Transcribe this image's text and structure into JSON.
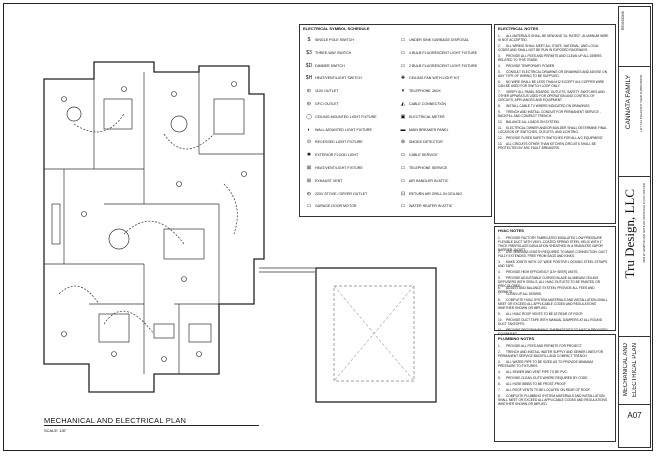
{
  "drawing": {
    "title": "MECHANICAL AND ELECTRICAL PLAN",
    "scale_label": "SCALE: 1/8\""
  },
  "legend": {
    "title": "ELECTRICAL SYMBOL SCHEDULE",
    "left_items": [
      {
        "symbol": "$",
        "label": "SINGLE POLE SWITCH"
      },
      {
        "symbol": "$3",
        "label": "THREE-WAY SWITCH"
      },
      {
        "symbol": "$D",
        "label": "DIMMER SWITCH"
      },
      {
        "symbol": "$H",
        "label": "HEAT/VENT/LIGHT SWITCH"
      },
      {
        "symbol": "⦶",
        "label": "110V OUTLET"
      },
      {
        "symbol": "⦶",
        "label": "GFCI OUTLET"
      },
      {
        "symbol": "◯",
        "label": "CEILING-MOUNTED LIGHT FIXTURE"
      },
      {
        "symbol": "◐",
        "label": "WALL-MOUNTED LIGHT FIXTURE"
      },
      {
        "symbol": "⊙",
        "label": "RECESSED LIGHT FIXTURE"
      },
      {
        "symbol": "✱",
        "label": "EXTERIOR FLOOD LIGHT"
      },
      {
        "symbol": "⊠",
        "label": "HEAT/VENT/LIGHT FIXTURE"
      },
      {
        "symbol": "⊞",
        "label": "EXHAUST VENT"
      },
      {
        "symbol": "⦶",
        "label": "220V STOVE / DRYER OUTLET"
      },
      {
        "symbol": "▭",
        "label": "GARAGE DOOR MOTOR"
      }
    ],
    "right_items": [
      {
        "symbol": "▭",
        "label": "UNDER SINK GARBAGE DISPOSAL"
      },
      {
        "symbol": "▭",
        "label": "4 BULB FLUORESCENT LIGHT FIXTURE"
      },
      {
        "symbol": "▭",
        "label": "2 BULB FLUORESCENT LIGHT FIXTURE"
      },
      {
        "symbol": "✚",
        "label": "CEILING FAN WITH LIGHT KIT"
      },
      {
        "symbol": "▾",
        "label": "TELEPHONE JACK"
      },
      {
        "symbol": "◭",
        "label": "CABLE CONNECTION"
      },
      {
        "symbol": "▣",
        "label": "ELECTRICAL METER"
      },
      {
        "symbol": "▬",
        "label": "MAIN BREAKER PANEL"
      },
      {
        "symbol": "⊚",
        "label": "SMOKE DETECTOR"
      },
      {
        "symbol": "▭",
        "label": "CABLE SERVICE"
      },
      {
        "symbol": "▭",
        "label": "TELEPHONE SERVICE"
      },
      {
        "symbol": "▭",
        "label": "AIR HANDLER IN ATTIC"
      },
      {
        "symbol": "⊡",
        "label": "RETURN AIR GRILL IN CEILING"
      },
      {
        "symbol": "▭",
        "label": "WATER HEATER IN ATTIC"
      }
    ]
  },
  "electrical_notes": {
    "title": "ELECTRICAL NOTES",
    "items": [
      "ALL MATERIALS SHALL BE NEW AND \"UL RATED\". ALUMINUM WIRE IS NOT ACCEPTED.",
      "ALL WIRING SHALL MEET ALL STATE, NATIONAL, AND LOCAL CODES AND SHALL NOT BE RUN IN EXPOSED RACEWAYS.",
      "PROVIDE ALL FEES AND PERMITS AND CLEAN UP ALL DEBRIS RELATED TO THIS TRADE.",
      "PROVIDE TEMPORARY POWER.",
      "CONSULT ELECTRICAL DRAWING OR DRAWINGS AND ADVISE ON ANY TYPE OF WIRING TO BE SUPPLIED.",
      "NO WIRE SHALL BE LESS THAN #12 EXCEPT #14 COPPER WIRE CAN BE USED FOR SWITCH LOOP ONLY.",
      "VERIFY ALL PANEL BOARDS, OUTLETS, SAFETY SWITCHES AND OTHER APPARATUS USED FOR OPERATION AND CONTROL OF CIRCUITS, APPLIANCES AND EQUIPMENT.",
      "INSTALL CABLE TV WHERE INDICATED ON DRAWINGS.",
      "TRENCH AND INSTALL CONDUIT FOR PERMANENT SERVICE - BACKFILL AND COMPACT TRENCH.",
      "BALANCE ALL LOADS ON SYSTEM.",
      "ELECTRICAL OWNER AND/OR BUILDER SHALL DETERMINE FINAL LOCATION OF SWITCHES, OUTLETS, AND LIGHTING.",
      "PROVIDE FUSED SAFETY SWITCHES FOR ALL A/C EQUIPMENT.",
      "ALL CIRCUITS OTHER THAN KITCHEN CIRCUITS SHALL BE PROTECTED BY ARC FAULT BREAKERS."
    ]
  },
  "hvac_notes": {
    "title": "HVAC NOTES",
    "items": [
      "PROVIDE FACTORY FABRICATED INSULATED LOW PRESSURE FLEXIBLE DUCT WITH VINYL-COATED SPRING STEEL HELIX WITH 1\" THICK FIBERGLASS INSULATION SHEATHED IN A SEAMLESS VAPOR BARRIER JACKET.",
      "USE MINIMUM LENGTH REQUIRED TO MAKE CONNECTION. DUCT FULLY EXTENDED. FREE FROM SAGS AND KINKS.",
      "MAKE JOINTS WITH 1/2\" WIDE POSITIVE LOCKING STEEL STRAPS AND TAPE.",
      "PROVIDE HIGH EFFICIENCY (13+ SEER) UNITS.",
      "PROVIDE ADJUSTABLE CURVED BLADE ALUMINUM CEILING DIFFUSERS WITH GRILLS. ALL HVAC OUTLETS TO BE PAINTED OR PRECOLORED.",
      "ADJUST AND BALANCE SYSTEM. PROVIDE ALL FEES AND PERMITS.",
      "CLEAN UP ALL DEBRIS.",
      "COMPLETE HVAC SYSTEM-MATERIALS AND INSTALLATION-SHALL MEET OR EXCEED ALL APPLICABLE CODES AND REGULATIONS WHETHER SHOWN OR IMPLIED.",
      "ALL HVAC ROOF VENTS TO BE AT REAR OF ROOF.",
      "PROVIDE DUCT TAPE WITH MANUAL DAMPERS AT ALL ROUND DUCT TAKEOFFS.",
      "PROVIDE PROGRAMMABLE THERMOSTATS TO MATCH PROVIDED EQUIPMENT."
    ]
  },
  "plumbing_notes": {
    "title": "PLUMBING NOTES",
    "items": [
      "PROVIDE ALL FEES AND PERMITS FOR PROJECT.",
      "TRENCH AND INSTALL WATER SUPPLY AND SEWER LINES FOR PERMANENT SERVICE BACKFILL AND COMPACT TRENCH.",
      "ALL WATER PIPE TO BE SIZED AS TO PROVIDE MINIMUM PRESSURE TO FIXTURES.",
      "ALL SEWER AND VENT PIPE TO BE PVC.",
      "PROVIDE CLEAN-OUTS WHERE REQUIRED BY CODE.",
      "ALL HOSE BIBBS TO BE FROST-PROOF.",
      "ALL ROOF VENTS TO BE LOCATED ON REAR OF ROOF.",
      "COMPLETE PLUMBING SYSTEM-MATERIALS AND INSTALLATION-SHALL MEET OR EXCEED ALL APPLICABLE CODES AND REGULATIONS WHETHER SHOWN OR IMPLIED."
    ]
  },
  "title_block": {
    "firm_name": "Tru Design, LLC",
    "firm_details": "3456 W. HAMPTON AVE   SUITE 201   ZIONSVILLE IN   (317) 555-0142",
    "project_name": "CANNATA FAMILY",
    "project_details": "LOT 123   PLEASANT VIEW SUBDIVISION",
    "sheet_title_line1": "MECHANICAL AND",
    "sheet_title_line2": "ELECTRICAL PLAN",
    "sheet_number": "A07",
    "revisions_label": "REVISIONS"
  }
}
